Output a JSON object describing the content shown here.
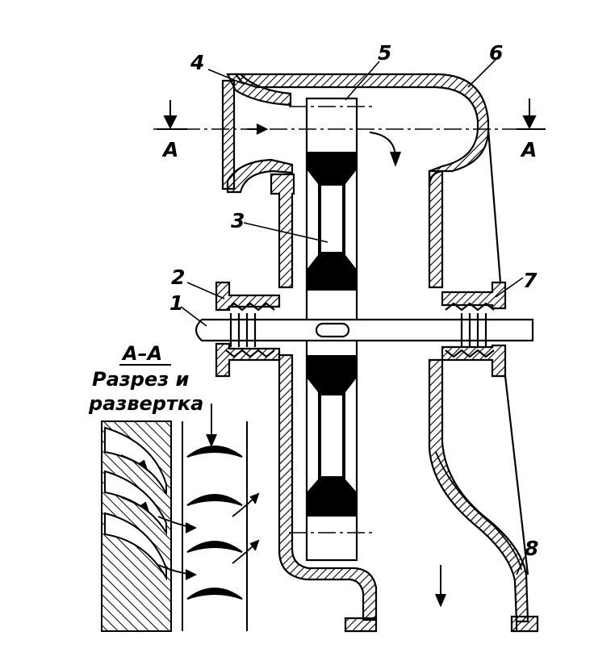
{
  "diagram": {
    "labels": {
      "n1": "1",
      "n2": "2",
      "n3": "3",
      "n4": "4",
      "n5": "5",
      "n6": "6",
      "n7": "7",
      "n8": "8",
      "section_left": "A",
      "section_right": "A"
    },
    "caption": {
      "title": "A–A",
      "line1": "Разрез и",
      "line2": "развертка"
    }
  },
  "colors": {
    "ink": "#000000",
    "paper": "#ffffff"
  }
}
